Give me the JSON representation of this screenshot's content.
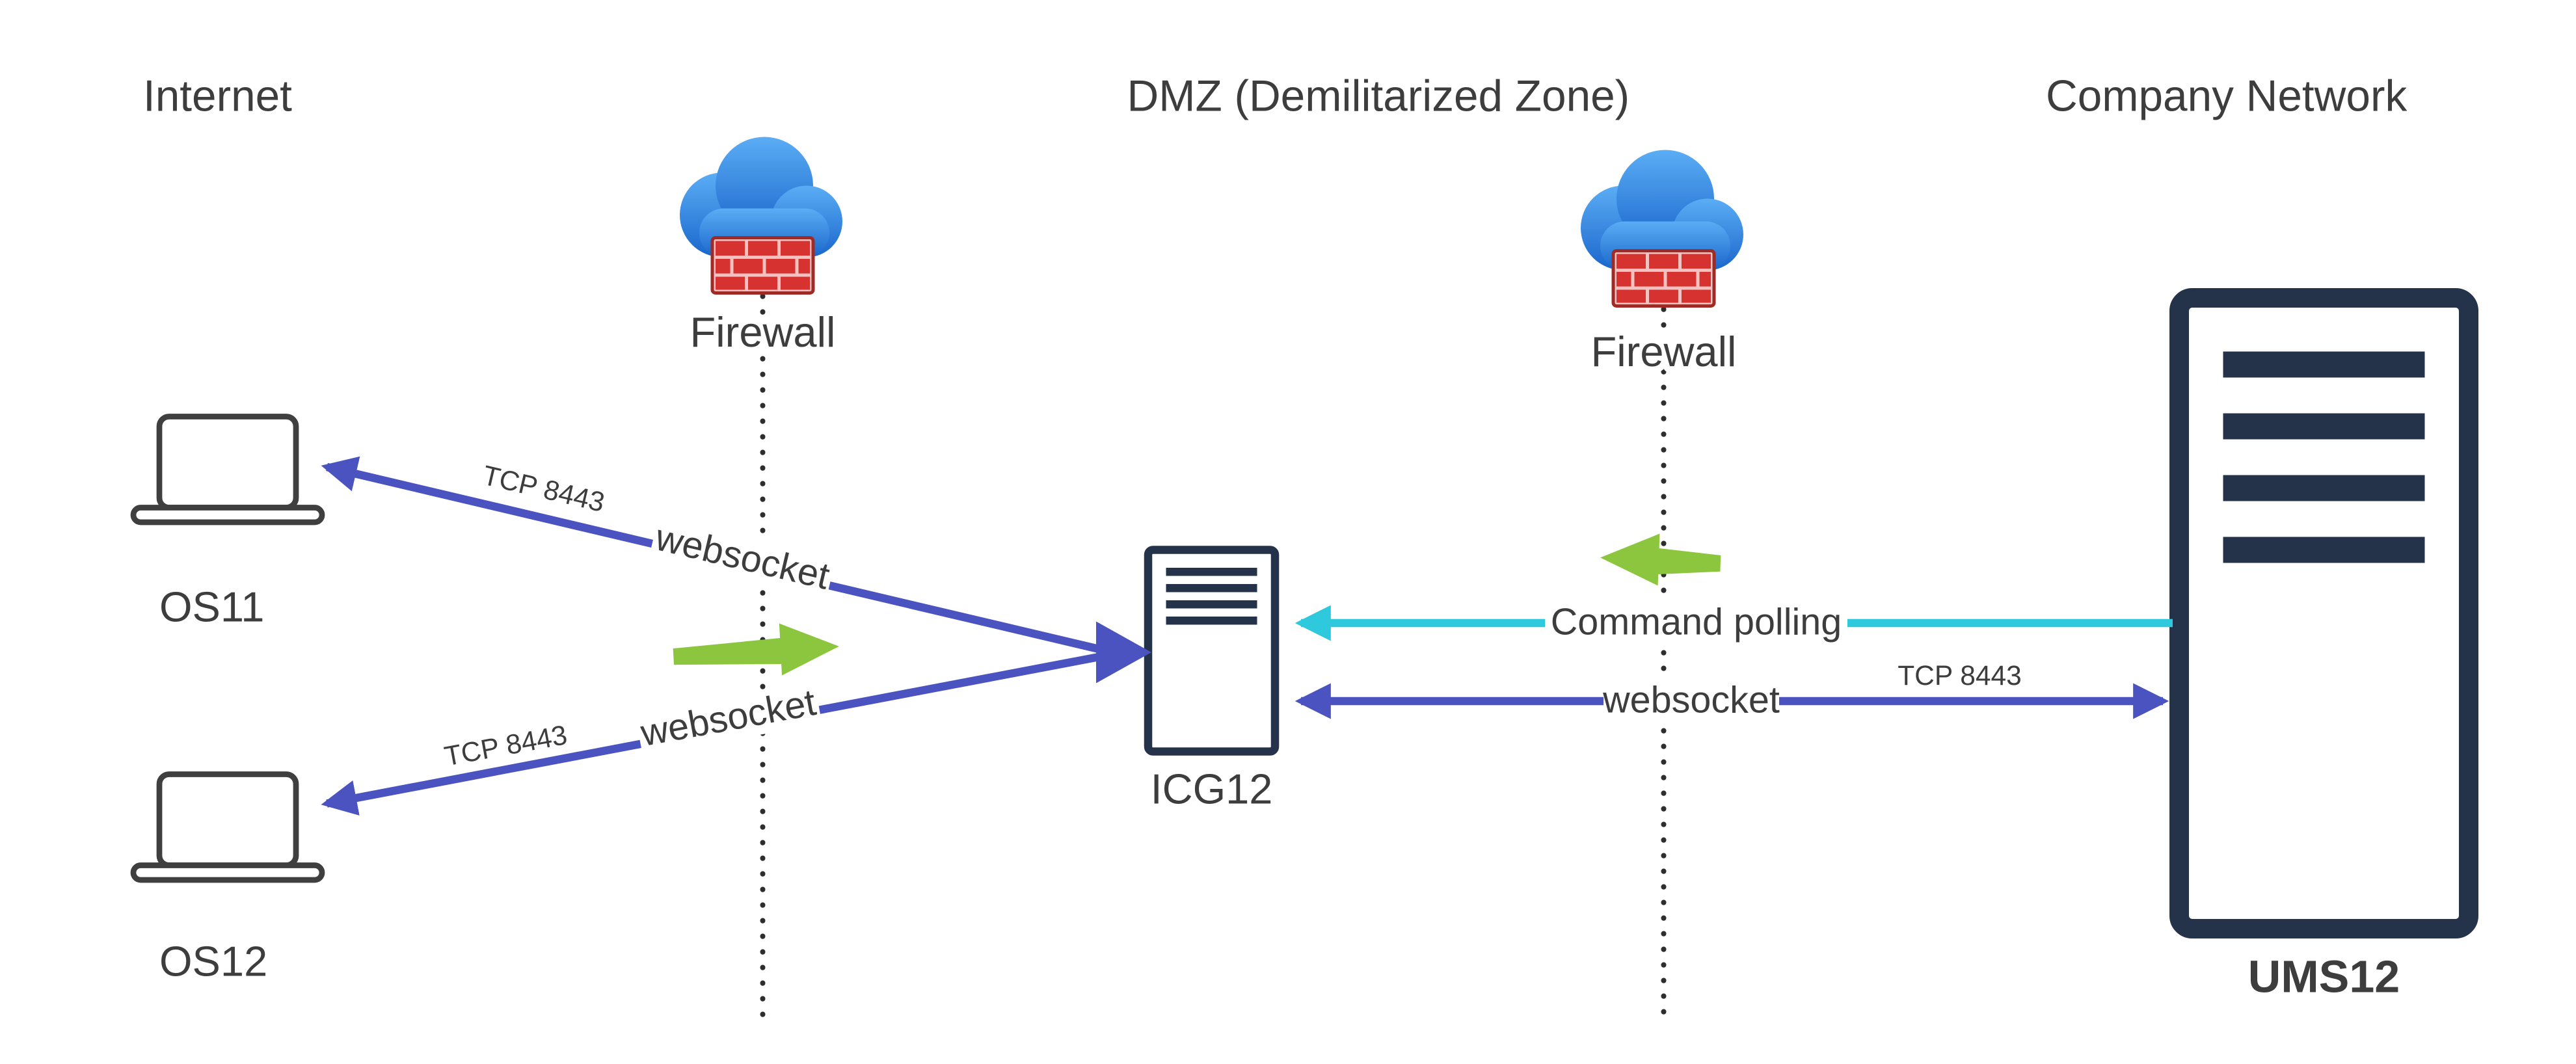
{
  "diagram": {
    "zones": {
      "internet": {
        "label": "Internet"
      },
      "dmz": {
        "label": "DMZ (Demilitarized Zone)"
      },
      "company": {
        "label": "Company Network"
      }
    },
    "nodes": {
      "firewall1": {
        "label": "Firewall"
      },
      "firewall2": {
        "label": "Firewall"
      },
      "os11": {
        "label": "OS11"
      },
      "os12": {
        "label": "OS12"
      },
      "icg12": {
        "label": "ICG12"
      },
      "ums12": {
        "label": "UMS12"
      }
    },
    "links": {
      "icg_to_os11": {
        "protocol": "TCP 8443",
        "type": "websocket"
      },
      "icg_to_os12": {
        "protocol": "TCP 8443",
        "type": "websocket"
      },
      "command_polling": {
        "label": "Command polling"
      },
      "ums_websocket": {
        "label": "websocket",
        "protocol": "TCP 8443"
      }
    },
    "colors": {
      "arrow-purple": "#4a53c0",
      "arrow-cyan": "#2ec9dc",
      "arrow-green": "#8cc63e",
      "node-dark": "#24324a",
      "text": "#3d3d3d",
      "outline": "#3f3f3f",
      "dots": "#2e2e2e",
      "brick-red": "#d63230",
      "brick-mortar": "#f3c1c0",
      "cloud-top": "#5badf5",
      "cloud-bottom": "#1a66cc"
    }
  }
}
